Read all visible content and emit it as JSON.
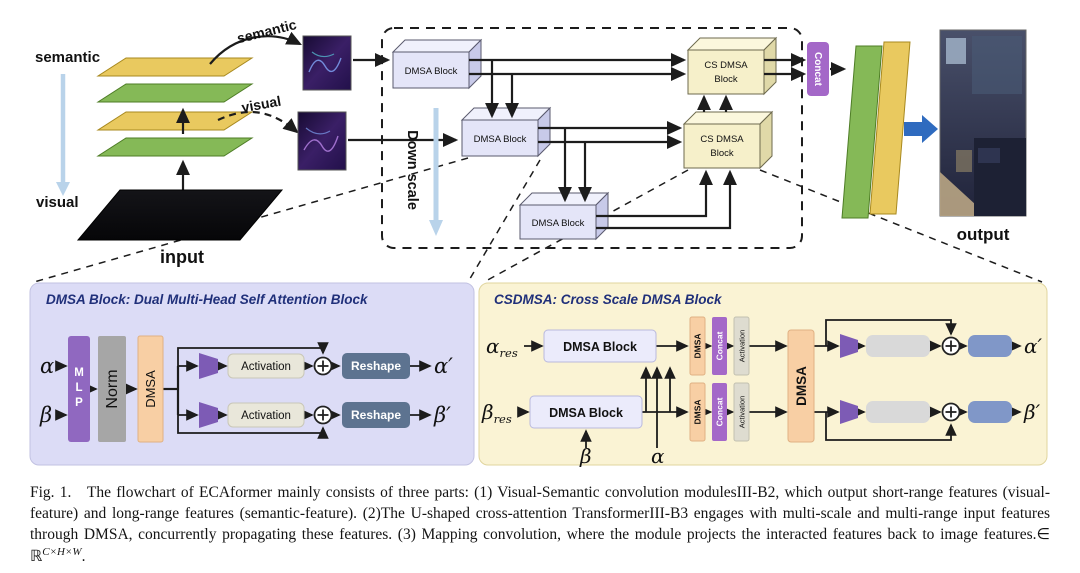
{
  "figure": {
    "overview": {
      "semantic_axis_label": "semantic",
      "visual_axis_label": "visual",
      "input_label": "input",
      "output_label": "output",
      "semantic_arrow_label": "semantic",
      "visual_arrow_label": "visual",
      "downscale_label": "Down scale",
      "concat_label": "Concat",
      "dmsa_block1": "DMSA Block",
      "dmsa_block2": "DMSA Block",
      "dmsa_block3": "DMSA Block",
      "cs_dmsa_block1_line1": "CS DMSA",
      "cs_dmsa_block1_line2": "Block",
      "cs_dmsa_block2_line1": "CS DMSA",
      "cs_dmsa_block2_line2": "Block"
    },
    "dmsa_panel": {
      "title": "DMSA Block: Dual Multi-Head Self Attention Block",
      "alpha_in": "α",
      "beta_in": "β",
      "alpha_out": "α′",
      "beta_out": "β′",
      "mlp_label": "MLP",
      "norm_label": "Norm",
      "dmsa_label": "DMSA",
      "activation_top": "Activation",
      "activation_bottom": "Activation",
      "reshape_top": "Reshape",
      "reshape_bottom": "Reshape"
    },
    "csdmsa_panel": {
      "title": "CSDMSA: Cross Scale DMSA Block",
      "alpha_res_base": "α",
      "alpha_res_sub": "res",
      "beta_res_base": "β",
      "beta_res_sub": "res",
      "beta_in": "β",
      "alpha_in": "α",
      "dmsa_block_top": "DMSA Block",
      "dmsa_block_bottom": "DMSA Block",
      "dmsa_small_top": "DMSA",
      "dmsa_small_bottom": "DMSA",
      "concat_top": "Concat",
      "concat_bottom": "Concat",
      "activation_top": "Activation",
      "activation_bottom": "Activation",
      "dmsa_big": "DMSA",
      "alpha_out": "α′",
      "beta_out": "β′"
    },
    "caption": {
      "part1": "Fig. 1.   The flowchart of ECAformer mainly consists of three parts: (1) Visual-Semantic convolution modulesIII-B2, which output short-range features (visual-feature) and long-range features (semantic-feature). (2)The U-shaped cross-attention TransformerIII-B3 engages with multi-scale and multi-range input features through DMSA, concurrently propagating these features. (3) Mapping convolution, where the module projects the interacted features back to image features.∈ ℝ",
      "sup": "C×H×W",
      "part2": "."
    }
  },
  "colors": {
    "panel_lavender": "#dcdcf6",
    "panel_yellow": "#faf3d4",
    "dmsa_box_front": "#e4e5f8",
    "cs_box_front": "#f6f0ca",
    "concat_purple": "#a468c8",
    "mlp_purple": "#9068c0",
    "norm_gray": "#a6a6a6",
    "dmsa_peach": "#f8cfa4",
    "activation_bg": "#e9e7da",
    "reshape_slate": "#5d7390",
    "trapezoid_purple": "#7d5bb5",
    "layer_yellow": "#e9c95f",
    "layer_green": "#85b957",
    "lightblue_arrow": "#b9d3ea",
    "output_arrow_blue": "#2f6bbf",
    "gray_block": "#d9d9d9",
    "blue_block": "#8097c8"
  }
}
